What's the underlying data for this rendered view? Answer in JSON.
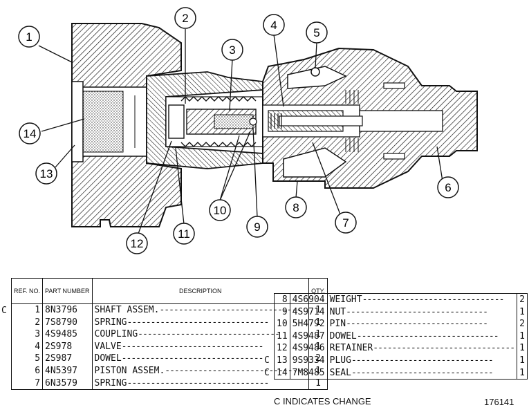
{
  "diagram": {
    "callouts": [
      "1",
      "2",
      "3",
      "4",
      "5",
      "6",
      "7",
      "8",
      "9",
      "10",
      "11",
      "12",
      "13",
      "14"
    ]
  },
  "table_left": {
    "headers": {
      "ref": "REF. NO.",
      "part": "PART NUMBER",
      "description": "DESCRIPTION",
      "qty": "QTY."
    },
    "rows": [
      {
        "change": "C",
        "ref": "1",
        "part": "8N3796",
        "description": "SHAFT ASSEM.",
        "qty": "1"
      },
      {
        "change": "",
        "ref": "2",
        "part": "7S8790",
        "description": "SPRING",
        "qty": "1"
      },
      {
        "change": "",
        "ref": "3",
        "part": "4S9485",
        "description": "COUPLING",
        "qty": "1"
      },
      {
        "change": "",
        "ref": "4",
        "part": "2S978",
        "description": "VALVE",
        "qty": "1"
      },
      {
        "change": "",
        "ref": "5",
        "part": "2S987",
        "description": "DOWEL",
        "qty": "2"
      },
      {
        "change": "",
        "ref": "6",
        "part": "4N5397",
        "description": "PISTON ASSEM.",
        "qty": "1"
      },
      {
        "change": "",
        "ref": "7",
        "part": "6N3579",
        "description": "SPRING",
        "qty": "1"
      }
    ]
  },
  "table_right": {
    "rows": [
      {
        "change": "",
        "ref": "8",
        "part": "4S6904",
        "description": "WEIGHT",
        "qty": "2"
      },
      {
        "change": "",
        "ref": "9",
        "part": "4S9714",
        "description": "NUT",
        "qty": "1"
      },
      {
        "change": "",
        "ref": "10",
        "part": "5H4792",
        "description": "PIN",
        "qty": "2"
      },
      {
        "change": "",
        "ref": "11",
        "part": "4S9487",
        "description": "DOWEL",
        "qty": "1"
      },
      {
        "change": "",
        "ref": "12",
        "part": "4S9486",
        "description": "RETAINER",
        "qty": "1"
      },
      {
        "change": "C",
        "ref": "13",
        "part": "9S9334",
        "description": "PLUG",
        "qty": "1"
      },
      {
        "change": "C",
        "ref": "14",
        "part": "7M8485",
        "description": "SEAL",
        "qty": "1"
      }
    ]
  },
  "legend": "C INDICATES CHANGE",
  "figure_number": "176141"
}
